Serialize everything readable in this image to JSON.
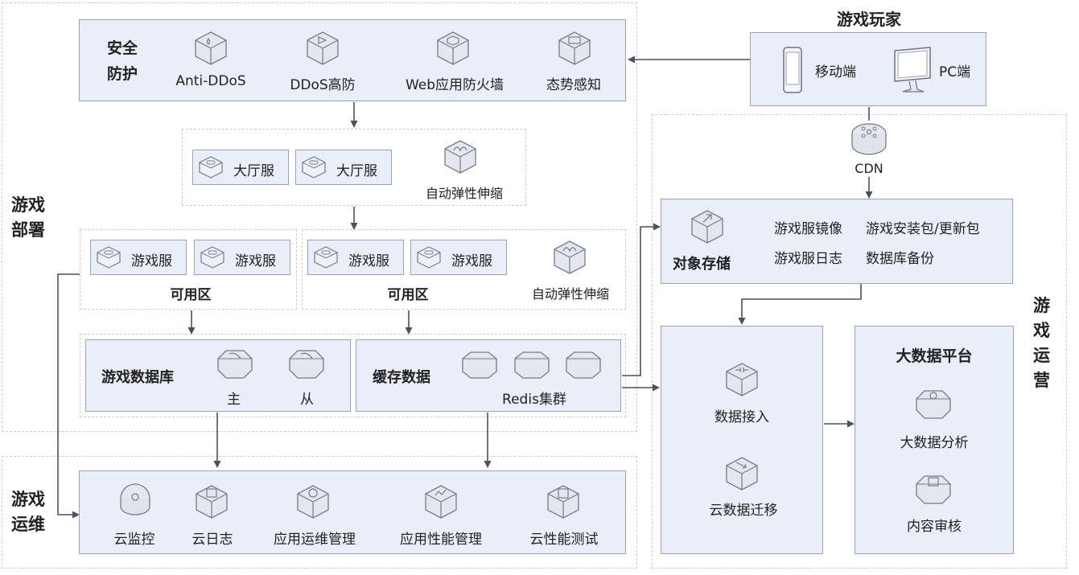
{
  "player": {
    "title": "游戏玩家",
    "mobile": "移动端",
    "pc": "PC端"
  },
  "security": {
    "title_line1": "安全",
    "title_line2": "防护",
    "items": [
      "Anti-DDoS",
      "DDoS高防",
      "Web应用防火墙",
      "态势感知"
    ]
  },
  "lobby": {
    "servers": [
      "大厅服",
      "大厅服"
    ],
    "autoscale": "自动弹性伸缩"
  },
  "deploy": {
    "title_line1": "游戏",
    "title_line2": "部署",
    "zone_a": {
      "servers": [
        "游戏服",
        "游戏服"
      ],
      "label": "可用区"
    },
    "zone_b": {
      "servers": [
        "游戏服",
        "游戏服"
      ],
      "label": "可用区"
    },
    "autoscale": "自动弹性伸缩"
  },
  "database": {
    "title": "游戏数据库",
    "master": "主",
    "slave": "从"
  },
  "cache": {
    "title": "缓存数据",
    "cluster": "Redis集群"
  },
  "ops": {
    "title_line1": "游戏",
    "title_line2": "运维",
    "items": [
      "云监控",
      "云日志",
      "应用运维管理",
      "应用性能管理",
      "云性能测试"
    ]
  },
  "cdn": {
    "label": "CDN"
  },
  "storage": {
    "title": "对象存储",
    "items": [
      "游戏服镜像",
      "游戏安装包/更新包",
      "游戏服日志",
      "数据库备份"
    ]
  },
  "ingest": {
    "access": "数据接入",
    "migrate": "云数据迁移"
  },
  "bigdata": {
    "title": "大数据平台",
    "analysis": "大数据分析",
    "review": "内容审核"
  },
  "operation": {
    "title_chars": [
      "游",
      "戏",
      "运",
      "营"
    ]
  },
  "colors": {
    "panel_fill": "#e9eef8",
    "panel_border": "#9aa3b3",
    "arrow": "#4a5060",
    "dashed": "#c9ccd2"
  }
}
